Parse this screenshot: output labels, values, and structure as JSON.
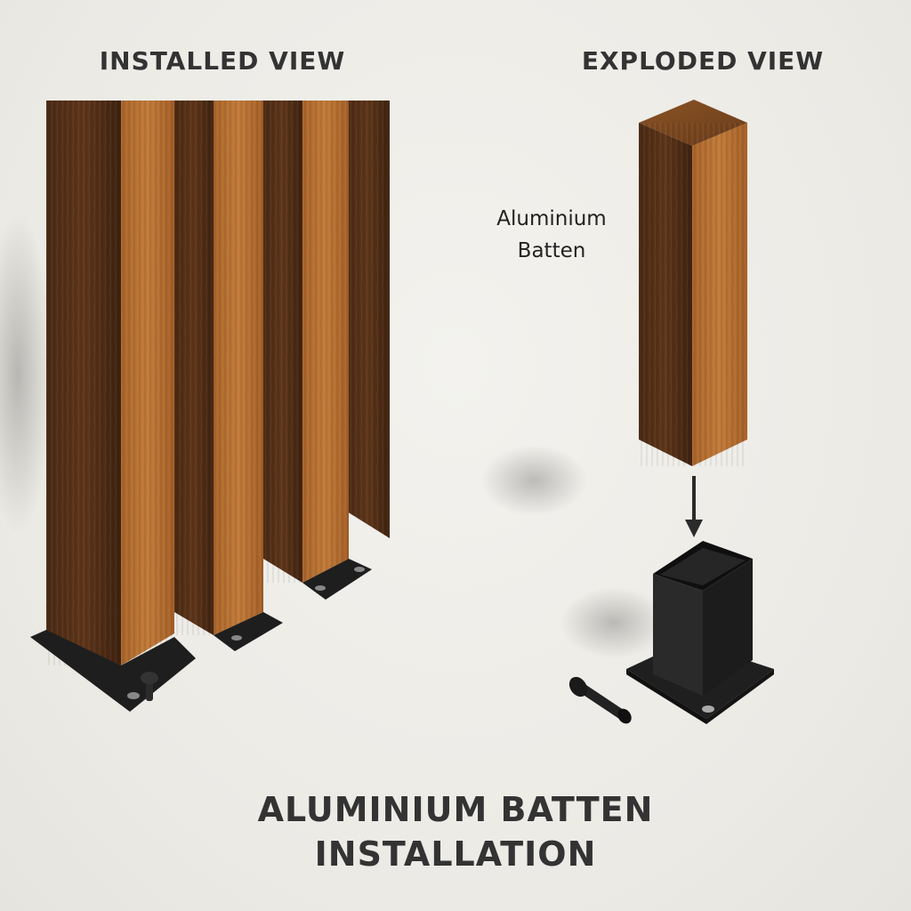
{
  "headings": {
    "installed": "INSTALLED VIEW",
    "exploded": "EXPLODED VIEW"
  },
  "labels": {
    "batten_line1": "Aluminium",
    "batten_line2": "Batten"
  },
  "footer": {
    "line1": "ALUMINIUM BATTEN",
    "line2": "INSTALLATION"
  },
  "colors": {
    "background": "#efeeea",
    "wood_light": "#b8702f",
    "wood_dark": "#4a2a14",
    "metal": "#1e1e1e",
    "text": "#2b2b2b"
  },
  "components": [
    "wood-grain aluminium batten",
    "square post base bracket",
    "mounting bolt"
  ]
}
